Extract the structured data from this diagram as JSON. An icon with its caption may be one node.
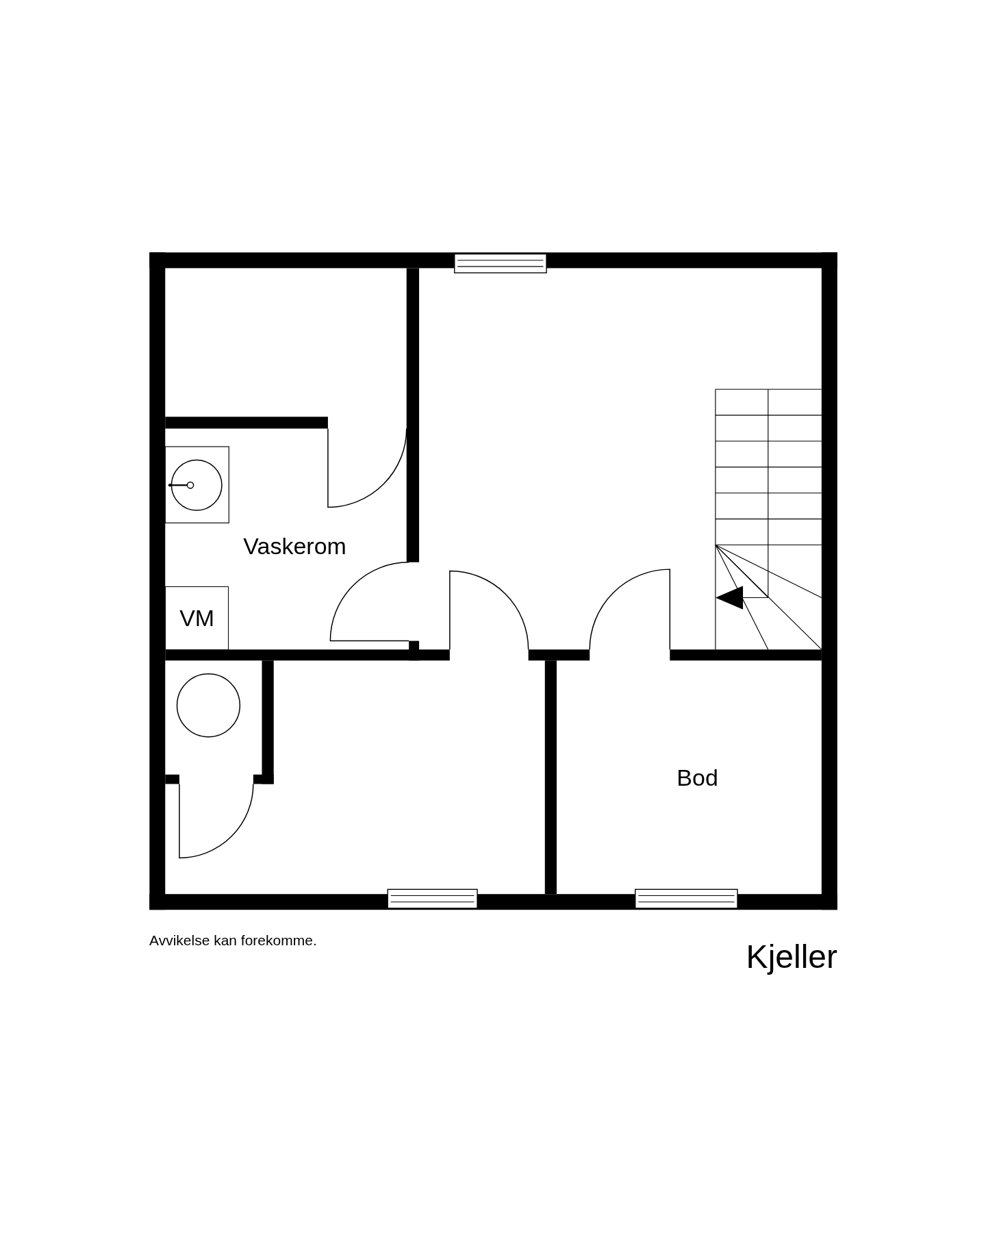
{
  "diagram": {
    "title": "Kjeller",
    "caption": "Avvikelse kan forekomme.",
    "nodes": [
      {
        "text": [
          "Vaskerom"
        ]
      },
      {
        "text": [
          "VM"
        ]
      },
      {
        "text": [
          "Bod"
        ]
      }
    ]
  }
}
